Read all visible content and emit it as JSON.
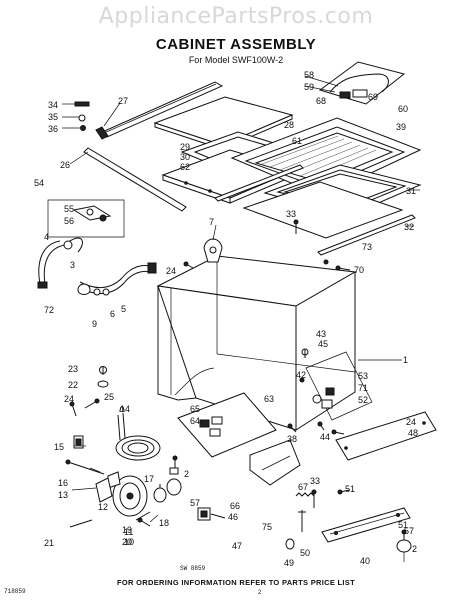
{
  "watermark": "AppliancePartsPros.com",
  "title": "CABINET ASSEMBLY",
  "subtitle": "For Model SWF100W-2",
  "footer": "FOR ORDERING INFORMATION REFER TO PARTS PRICE LIST",
  "drawing_number": "SW 8859",
  "page_number": "2",
  "document_id": "718859",
  "callouts": [
    "1",
    "2",
    "2",
    "3",
    "4",
    "5",
    "6",
    "7",
    "9",
    "10",
    "11",
    "12",
    "13",
    "14",
    "15",
    "16",
    "17",
    "18",
    "19",
    "20",
    "21",
    "22",
    "23",
    "24",
    "24",
    "24",
    "25",
    "26",
    "27",
    "28",
    "29",
    "30",
    "31",
    "32",
    "33",
    "33",
    "34",
    "35",
    "36",
    "38",
    "39",
    "40",
    "42",
    "43",
    "44",
    "45",
    "46",
    "47",
    "48",
    "49",
    "50",
    "51",
    "51",
    "52",
    "53",
    "54",
    "55",
    "56",
    "57",
    "57",
    "58",
    "59",
    "60",
    "61",
    "62",
    "63",
    "64",
    "65",
    "66",
    "67",
    "68",
    "69",
    "70",
    "71",
    "72",
    "73",
    "75"
  ]
}
